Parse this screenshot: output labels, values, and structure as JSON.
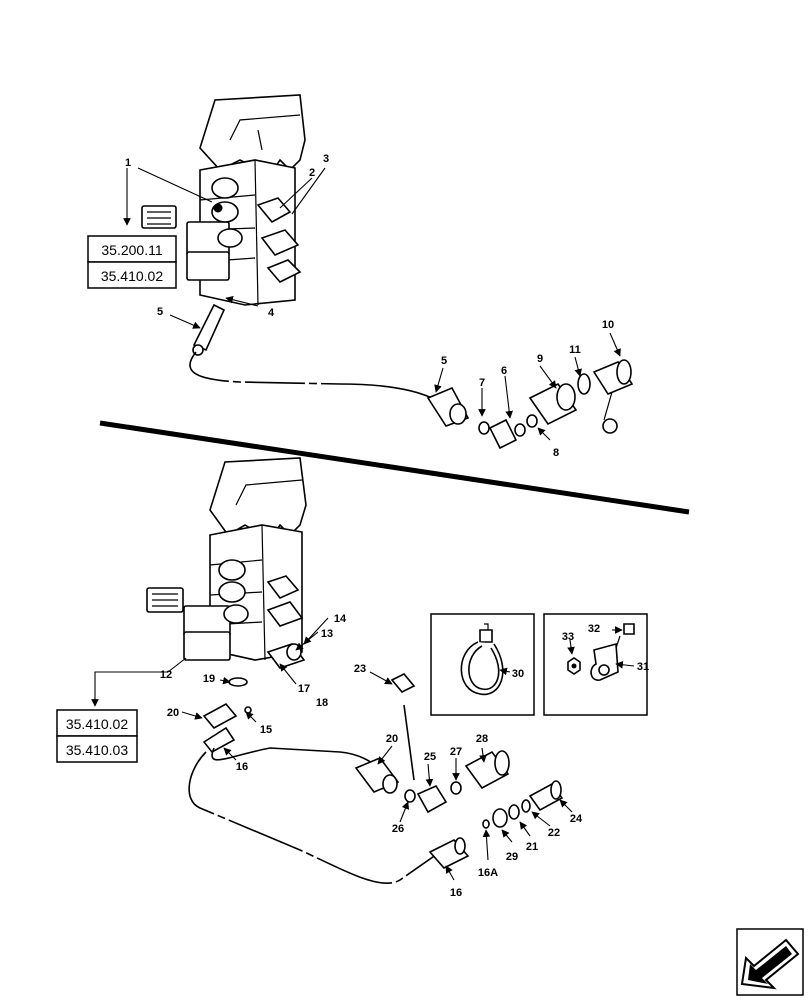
{
  "top_section": {
    "references": [
      "35.200.11",
      "35.410.02"
    ],
    "callouts": [
      "1",
      "2",
      "3",
      "4",
      "5",
      "5",
      "6",
      "7",
      "8",
      "9",
      "10",
      "11"
    ]
  },
  "bottom_section": {
    "references": [
      "35.410.02",
      "35.410.03"
    ],
    "callouts": [
      "12",
      "13",
      "14",
      "15",
      "16",
      "16",
      "16A",
      "17",
      "18",
      "19",
      "20",
      "20",
      "21",
      "22",
      "23",
      "24",
      "25",
      "26",
      "27",
      "28",
      "29"
    ]
  },
  "detail_left": {
    "callouts": [
      "30"
    ]
  },
  "detail_right": {
    "callouts": [
      "31",
      "32",
      "33"
    ]
  },
  "nav_icon": "previous-arrow-icon"
}
